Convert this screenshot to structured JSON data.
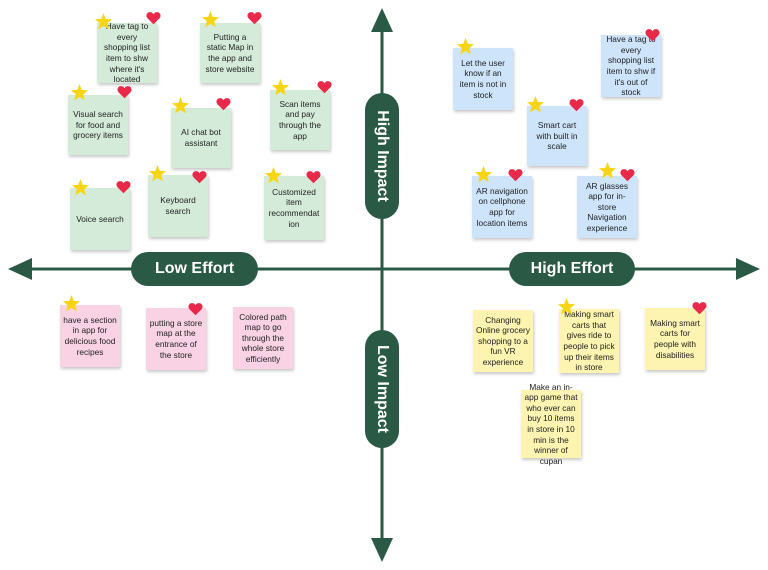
{
  "axes": {
    "top_label": "High Impact",
    "bottom_label": "Low Impact",
    "left_label": "Low Effort",
    "right_label": "High Effort"
  },
  "colors": {
    "axis": "#2a5a45",
    "star": "#f7d514",
    "heart": "#e8294a",
    "note_green": "#d5ebd9",
    "note_blue": "#cde4fb",
    "note_pink": "#f9d3e3",
    "note_yellow": "#fcf4b0"
  },
  "notes": [
    {
      "text": "Have tag to every shopping list item to shw where it's located",
      "color": "green",
      "star": true,
      "heart": true
    },
    {
      "text": "Putting a static Map in the app and store website",
      "color": "green",
      "star": true,
      "heart": true
    },
    {
      "text": "Visual search for food and grocery items",
      "color": "green",
      "star": true,
      "heart": true
    },
    {
      "text": "AI chat bot assistant",
      "color": "green",
      "star": true,
      "heart": true
    },
    {
      "text": "Scan items and pay through the app",
      "color": "green",
      "star": true,
      "heart": true
    },
    {
      "text": "Voice search",
      "color": "green",
      "star": true,
      "heart": true
    },
    {
      "text": "Keyboard search",
      "color": "green",
      "star": true,
      "heart": true
    },
    {
      "text": "Customized item recommendat ion",
      "color": "green",
      "star": true,
      "heart": true
    },
    {
      "text": "Let the user know if an item is not in stock",
      "color": "blue",
      "star": true,
      "heart": false
    },
    {
      "text": "Have a tag to every shopping list item to shw if it's out of stock",
      "color": "blue",
      "star": false,
      "heart": true
    },
    {
      "text": "Smart cart with built in scale",
      "color": "blue",
      "star": true,
      "heart": true
    },
    {
      "text": "AR navigation on cellphone app for location items",
      "color": "blue",
      "star": true,
      "heart": true
    },
    {
      "text": "AR glasses app for in-store Navigation experience",
      "color": "blue",
      "star": true,
      "heart": true
    },
    {
      "text": "have a section in app for delicious food recipes",
      "color": "pink",
      "star": true,
      "heart": false
    },
    {
      "text": "putting a store map at the entrance of the store",
      "color": "pink",
      "star": false,
      "heart": true
    },
    {
      "text": "Colored path map to go through the whole store efficiently",
      "color": "pink",
      "star": false,
      "heart": false
    },
    {
      "text": "Changing Online grocery shopping to a fun VR experience",
      "color": "yellow",
      "star": false,
      "heart": false
    },
    {
      "text": "Making smart carts that gives ride to people to pick up their items in store",
      "color": "yellow",
      "star": true,
      "heart": false
    },
    {
      "text": "Making smart carts for people with disabilities",
      "color": "yellow",
      "star": false,
      "heart": true
    },
    {
      "text": "Make an in-app game that who ever can buy 10 items in store in 10 min is the winner of cupan",
      "color": "yellow",
      "star": false,
      "heart": false
    }
  ]
}
